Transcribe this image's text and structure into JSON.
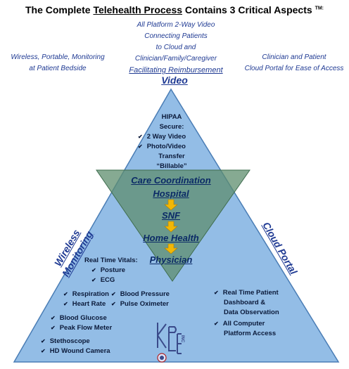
{
  "title": {
    "prefix": "The Complete ",
    "underlined": "Telehealth Process",
    "suffix": " Contains 3 Critical Aspects",
    "tm": "TM:"
  },
  "top_center": {
    "line1": "All Platform 2-Way Video",
    "line2": "Connecting Patients",
    "line3": "to Cloud and",
    "line4": "Clinician/Family/Caregiver",
    "line5": "Facilitating Reimbursement"
  },
  "left_top": {
    "line1": "Wireless, Portable, Monitoring",
    "line2": "at Patient Bedside"
  },
  "right_top": {
    "line1": "Clinician and Patient",
    "line2": "Cloud Portal for Ease of Access"
  },
  "video": {
    "heading": "Video",
    "line1": "HIPAA",
    "line2": "Secure:",
    "items": [
      "2 Way Video",
      "Photo/Video"
    ],
    "line3": "Transfer",
    "line4": "“Billable”"
  },
  "care": {
    "heading": "Care Coordination",
    "steps": [
      "Hospital",
      "SNF",
      "Home Health",
      "Physician"
    ]
  },
  "wireless": {
    "label_line1": "Wireless",
    "label_line2": "Monitoring",
    "vitals_title": "Real Time Vitals:",
    "vitals_items": [
      "Posture",
      "ECG"
    ],
    "col1": [
      "Respiration",
      "Heart Rate"
    ],
    "col2": [
      "Blood Pressure",
      "Pulse Oximeter"
    ],
    "more": [
      "Blood Glucose",
      "Peak Flow Meter",
      "Stethoscope",
      "HD Wound Camera"
    ]
  },
  "cloud": {
    "label": "Cloud Portal",
    "item1_line1": "Real Time Patient",
    "item1_line2": "Dashboard &",
    "item1_line3": "Data Observation",
    "item2_line1": "All Computer",
    "item2_line2": "Platform Access"
  },
  "logo": {
    "letters": "KBE",
    "inc": "INC"
  },
  "colors": {
    "triangle_fill": "#93bde6",
    "triangle_stroke": "#4a7db5",
    "overlay_fill": "#5d8d6e",
    "heading_blue": "#1f3a93",
    "arrow_gold": "#f2b705"
  }
}
